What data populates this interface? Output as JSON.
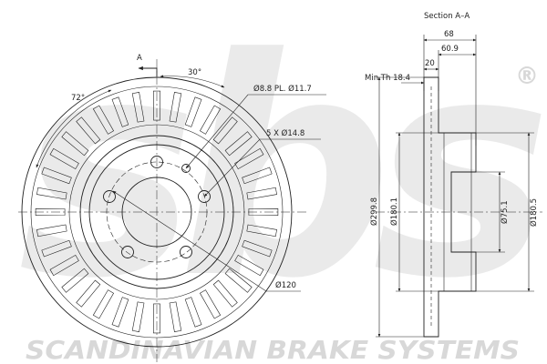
{
  "watermark": {
    "logo": "sbs",
    "registered": "®",
    "tagline": "SCANDINAVIAN BRAKE SYSTEMS"
  },
  "front_view": {
    "section_marker": "A",
    "angle_vent": "72°",
    "angle_hole": "30°",
    "callout_pitch": "Ø8.8  PL.  Ø11.7",
    "callout_bolts": "5 X Ø14.8",
    "callout_pcd": "Ø120"
  },
  "section_view": {
    "title": "Section A–A",
    "dim_overall_width": "68",
    "dim_width_2": "60.9",
    "dim_thickness": "20",
    "min_thickness": "Min Th  18.4",
    "dim_outer_diameter": "Ø299.8",
    "dim_hat_diameter": "Ø180.1",
    "dim_center_bore": "Ø75.1",
    "dim_hat_outer": "Ø180.5"
  }
}
